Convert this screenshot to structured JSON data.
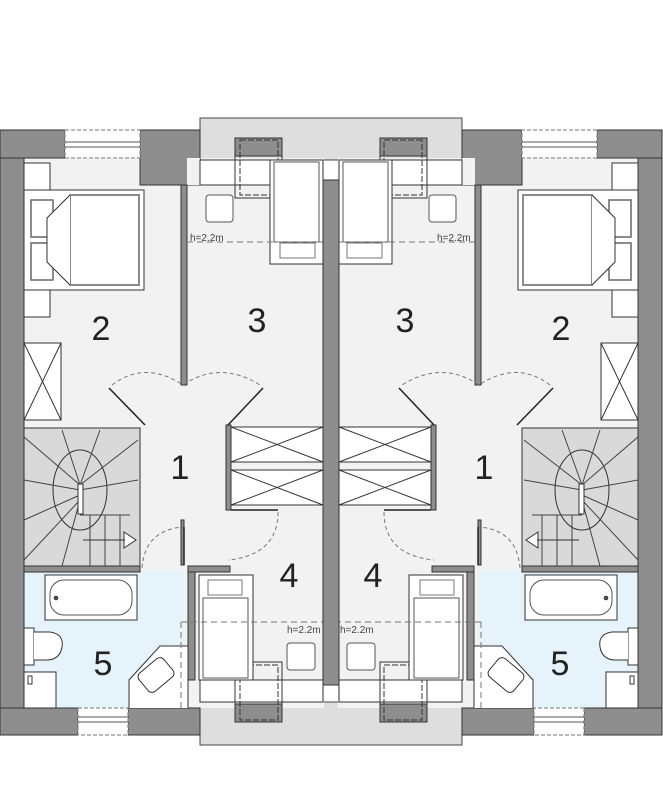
{
  "rooms": {
    "left": {
      "bedroom_a": "2",
      "bedroom_b": "3",
      "hall": "1",
      "bedroom_c": "4",
      "bathroom": "5"
    },
    "right": {
      "bedroom_a": "2",
      "bedroom_b": "3",
      "hall": "1",
      "bedroom_c": "4",
      "bathroom": "5"
    }
  },
  "height_notes": {
    "top_left": "h=2.2m",
    "top_right": "h=2.2m",
    "bottom_left": "h=2.2m",
    "bottom_right": "h=2.2m"
  },
  "colors": {
    "wall": "#8e8e8e",
    "floor": "#f2f2f2",
    "bathroom": "#e6f3fb",
    "stairs": "#d9d9d9",
    "balcony": "#dedede"
  }
}
